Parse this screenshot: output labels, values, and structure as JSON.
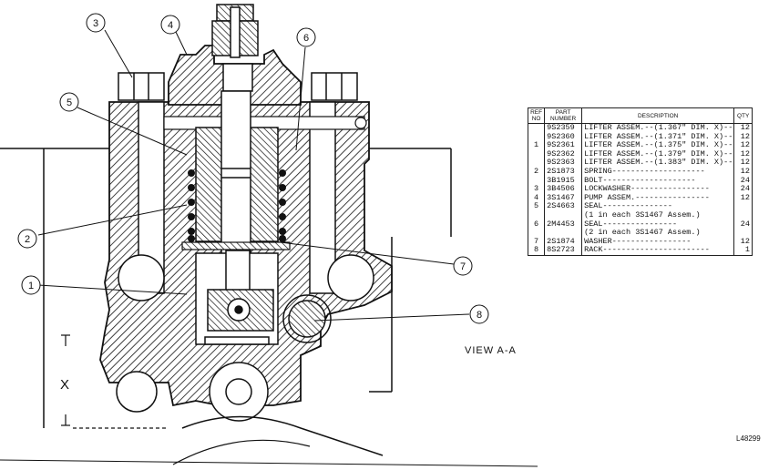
{
  "callouts": [
    "1",
    "2",
    "3",
    "4",
    "5",
    "6",
    "7",
    "8"
  ],
  "view_label": "VIEW A-A",
  "figure_number": "L48299",
  "dimension_label": "X",
  "table": {
    "headers": {
      "ref": "REF NO",
      "part": "PART NUMBER",
      "description": "DESCRIPTION",
      "qty": "QTY"
    },
    "rows": [
      {
        "ref": "",
        "part": "9S2359",
        "desc": "LIFTER ASSEM.--(1.367\" DIM. X)--",
        "qty": "12"
      },
      {
        "ref": "",
        "part": "9S2360",
        "desc": "LIFTER ASSEM.--(1.371\" DIM. X)--",
        "qty": "12"
      },
      {
        "ref": "1",
        "part": "9S2361",
        "desc": "LIFTER ASSEM.--(1.375\" DIM. X)--",
        "qty": "12"
      },
      {
        "ref": "",
        "part": "9S2362",
        "desc": "LIFTER ASSEM.--(1.379\" DIM. X)--",
        "qty": "12"
      },
      {
        "ref": "",
        "part": "9S2363",
        "desc": "LIFTER ASSEM.--(1.383\" DIM. X)--",
        "qty": "12"
      },
      {
        "ref": "2",
        "part": "2S1873",
        "desc": "SPRING--------------------",
        "qty": "12"
      },
      {
        "ref": "",
        "part": "3B1915",
        "desc": "BOLT--------------------",
        "qty": "24"
      },
      {
        "ref": "3",
        "part": "3B4506",
        "desc": "LOCKWASHER-----------------",
        "qty": "24"
      },
      {
        "ref": "4",
        "part": "3S1467",
        "desc": "PUMP ASSEM.----------------",
        "qty": "12"
      },
      {
        "ref": "5",
        "part": "2S4663",
        "desc": "SEAL---------------",
        "qty": ""
      },
      {
        "ref": "",
        "part": "",
        "desc": "(1 in each 3S1467 Assem.)",
        "qty": ""
      },
      {
        "ref": "6",
        "part": "2M4453",
        "desc": "SEAL----------------",
        "qty": "24"
      },
      {
        "ref": "",
        "part": "",
        "desc": "(2 in each 3S1467 Assem.)",
        "qty": ""
      },
      {
        "ref": "7",
        "part": "2S1874",
        "desc": "WASHER-----------------",
        "qty": "12"
      },
      {
        "ref": "8",
        "part": "8S2723",
        "desc": "RACK-----------------------",
        "qty": "1"
      }
    ]
  }
}
